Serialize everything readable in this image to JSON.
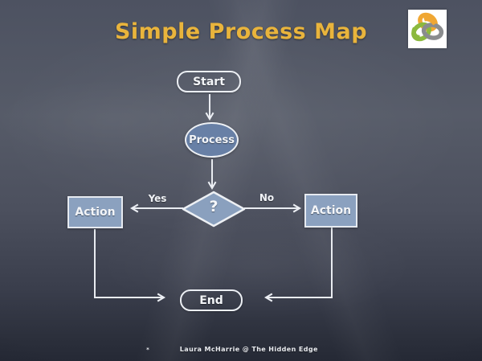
{
  "title": "Simple Process Map",
  "logo": {
    "name": "the-hidden-edge-logo",
    "ring_colors": {
      "orange": "#F0A733",
      "green": "#8CB93E",
      "gray": "#8A8C8E"
    },
    "background": "#FFFFFF"
  },
  "flowchart": {
    "nodes": {
      "start": {
        "label": "Start",
        "shape": "rounded-rectangle"
      },
      "process": {
        "label": "Process",
        "shape": "ellipse"
      },
      "decision": {
        "label": "?",
        "shape": "diamond"
      },
      "action_left": {
        "label": "Action",
        "shape": "rectangle"
      },
      "action_right": {
        "label": "Action",
        "shape": "rectangle"
      },
      "end": {
        "label": "End",
        "shape": "rounded-rectangle"
      }
    },
    "edges": {
      "yes_label": "Yes",
      "no_label": "No"
    },
    "colors": {
      "title": "#E9B43C",
      "chalk_stroke": "#ECEFF4",
      "ellipse_fill": "#6880A6",
      "action_fill": "#8BA1BF",
      "diamond_fill": "#8AA0BE",
      "board_top": "#565B68",
      "board_bottom": "#252935"
    }
  },
  "footer": {
    "bullet": "*",
    "text": "Laura McHarrie @ The Hidden Edge"
  }
}
